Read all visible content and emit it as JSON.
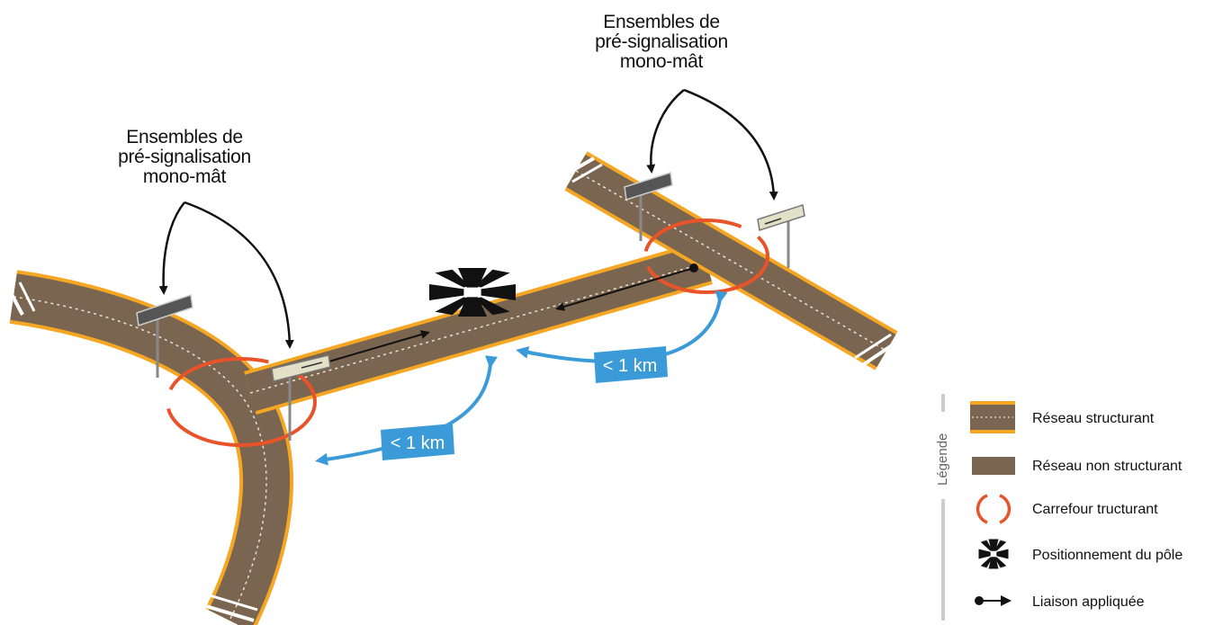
{
  "callouts": [
    {
      "line1": "Ensembles de",
      "line2": "pré-signalisation",
      "line3": "mono-mât"
    },
    {
      "line1": "Ensembles de",
      "line2": "pré-signalisation",
      "line3": "mono-mât"
    }
  ],
  "distances": [
    {
      "text": "< 1 km"
    },
    {
      "text": "< 1 km"
    }
  ],
  "legend": {
    "title": "Légende",
    "items": [
      {
        "label": "Réseau structurant",
        "icon": "structuring-road-swatch"
      },
      {
        "label": "Réseau non structurant",
        "icon": "non-structuring-road-swatch"
      },
      {
        "label": "Carrefour tructurant",
        "icon": "red-ring-icon"
      },
      {
        "label": "Positionnement du pôle",
        "icon": "pole-burst-icon"
      },
      {
        "label": "Liaison appliquée",
        "icon": "dot-arrow-icon"
      }
    ]
  },
  "colors": {
    "road": "#7a6650",
    "road_edge": "#f5a623",
    "ring": "#e8532a",
    "distance_arrow": "#3b9bd8",
    "badge": "#3b9bd8"
  }
}
